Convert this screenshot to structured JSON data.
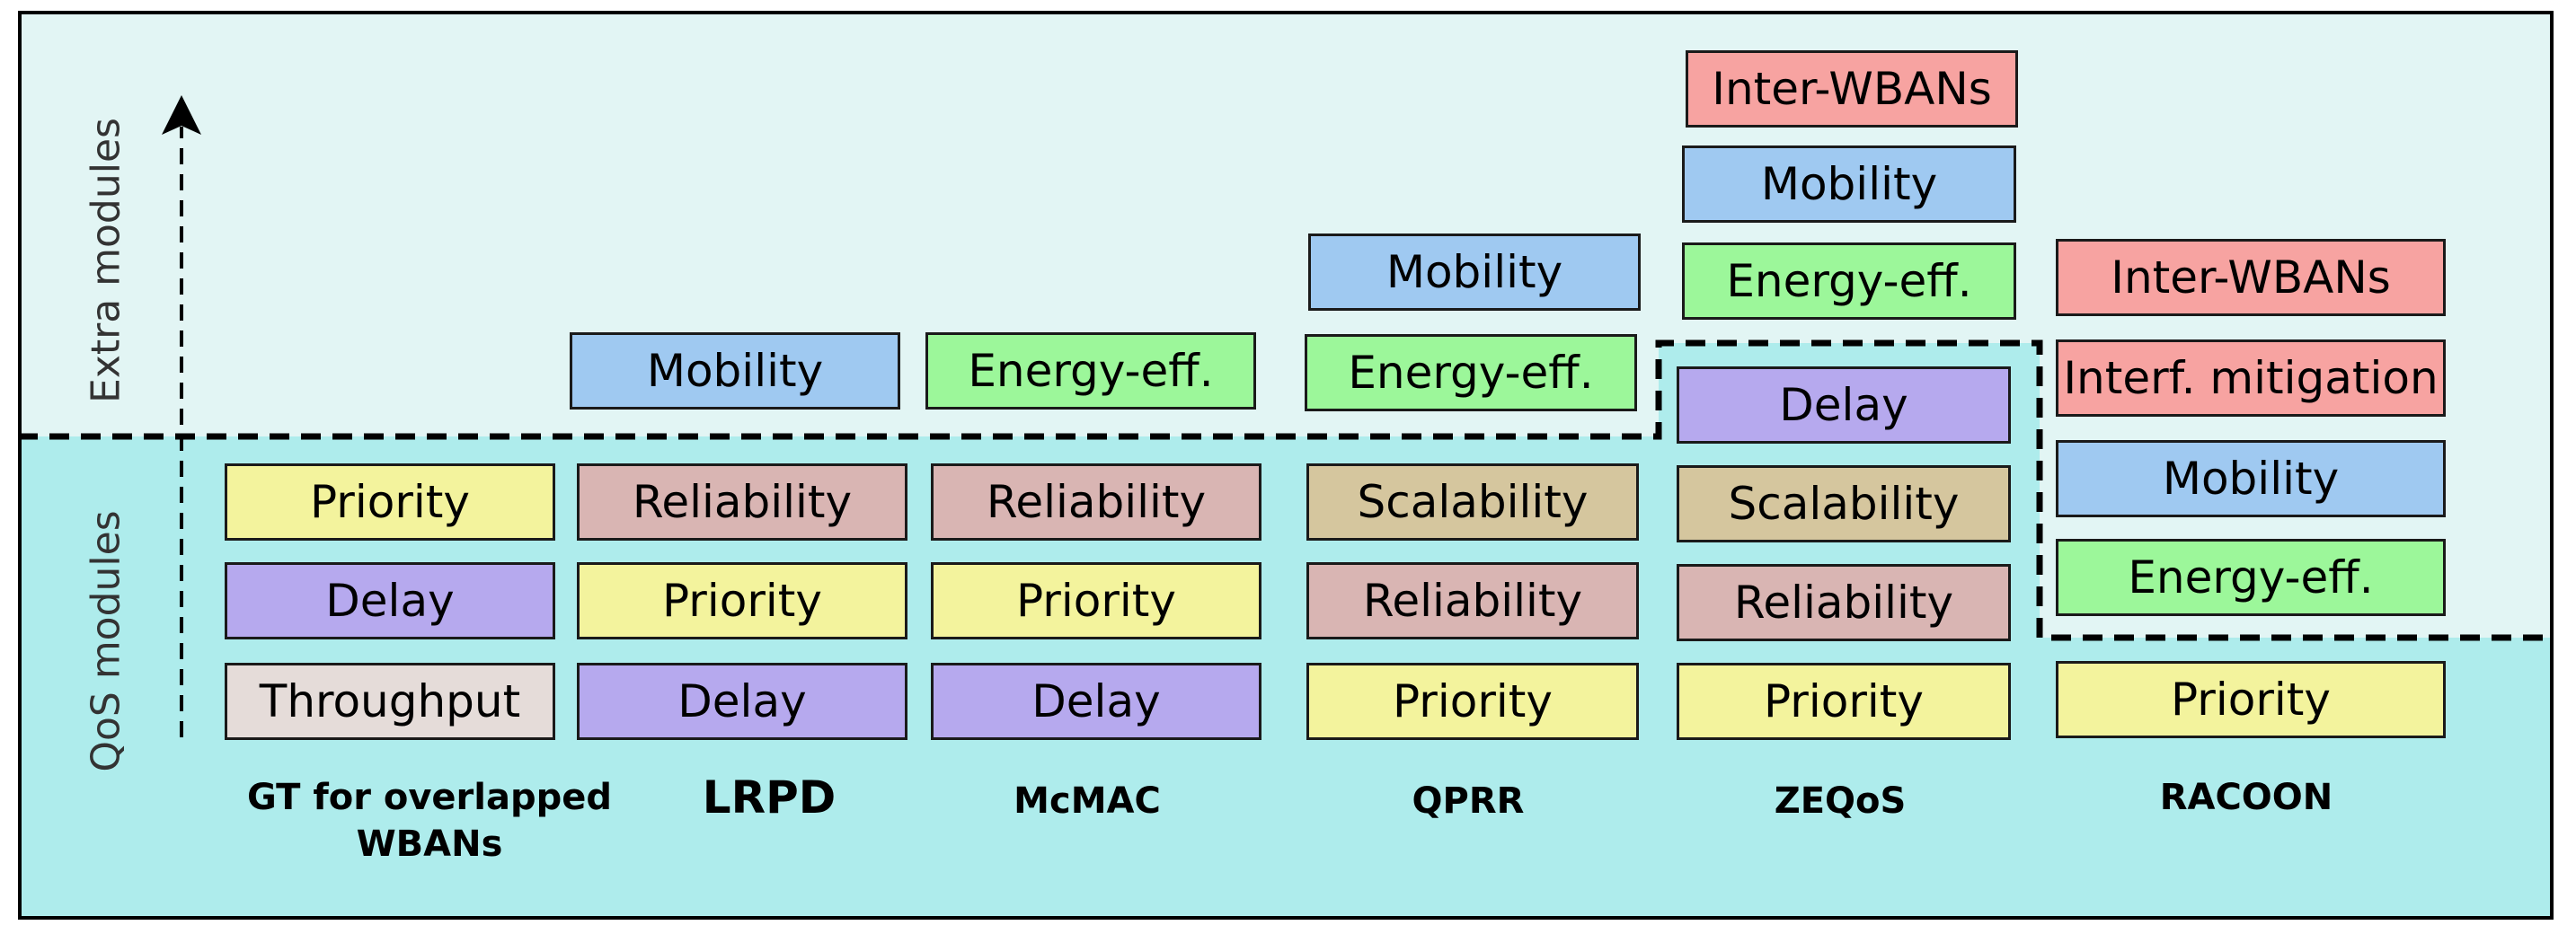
{
  "labels": {
    "extra": "Extra modules",
    "qos": "QoS modules"
  },
  "colors": {
    "extra_region": "#e2f5f4",
    "qos_region": "#aeecec",
    "Priority": "#f3f39d",
    "Delay": "#b6a9ee",
    "Throughput": "#e5dcd9",
    "Reliability": "#d9b5b3",
    "Scalability": "#d5c69e",
    "Mobility": "#9fc9f1",
    "Energy-eff.": "#9cf79a",
    "Inter-WBANs": "#f7a3a1",
    "Interf. mitigation": "#f7a3a1"
  },
  "protocols": [
    {
      "name_line1": "GT for overlapped",
      "name_line2": "WBANs",
      "qos_modules": [
        "Throughput",
        "Delay",
        "Priority"
      ],
      "extra_modules": []
    },
    {
      "name_line1": "LRPD",
      "name_line2": "",
      "qos_modules": [
        "Delay",
        "Priority",
        "Reliability"
      ],
      "extra_modules": [
        "Mobility"
      ]
    },
    {
      "name_line1": "McMAC",
      "name_line2": "",
      "qos_modules": [
        "Delay",
        "Priority",
        "Reliability"
      ],
      "extra_modules": [
        "Energy-eff."
      ]
    },
    {
      "name_line1": "QPRR",
      "name_line2": "",
      "qos_modules": [
        "Priority",
        "Reliability",
        "Scalability"
      ],
      "extra_modules": [
        "Energy-eff.",
        "Mobility"
      ]
    },
    {
      "name_line1": "ZEQoS",
      "name_line2": "",
      "qos_modules": [
        "Priority",
        "Reliability",
        "Scalability",
        "Delay"
      ],
      "extra_modules": [
        "Energy-eff.",
        "Mobility",
        "Inter-WBANs"
      ]
    },
    {
      "name_line1": "RACOON",
      "name_line2": "",
      "qos_modules": [
        "Priority",
        "Energy-eff.",
        "Mobility",
        "Interf. mitigation",
        "Inter-WBANs"
      ],
      "extra_modules": []
    }
  ]
}
